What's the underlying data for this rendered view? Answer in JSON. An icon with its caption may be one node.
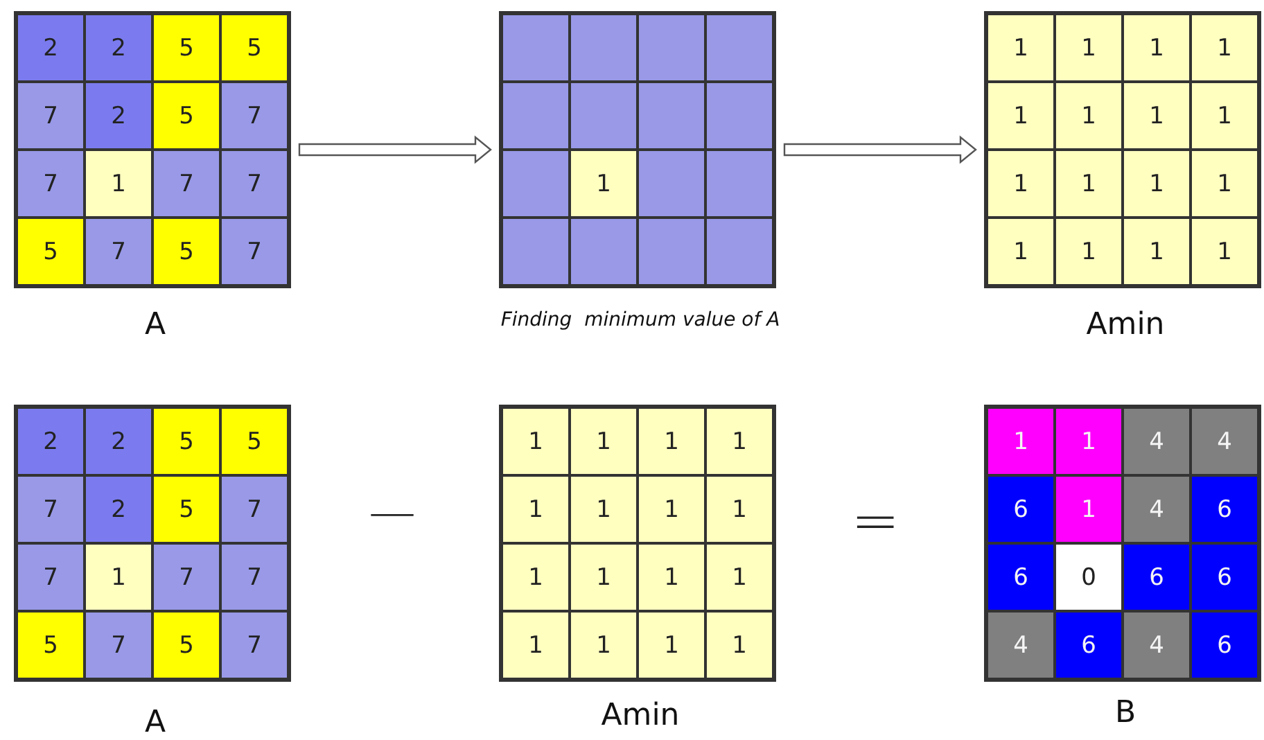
{
  "diagram": {
    "nodes": [
      {
        "text": [
          "2",
          "2",
          "5",
          "5",
          "7",
          "2",
          "5",
          "7",
          "7",
          "1",
          "7",
          "7",
          "5",
          "7",
          "5",
          "7"
        ],
        "beside": [
          "A"
        ]
      },
      {
        "text": [
          "1"
        ],
        "beside": [
          "Finding  minimum value of A"
        ]
      },
      {
        "text": [
          "1",
          "1",
          "1",
          "1",
          "1",
          "1",
          "1",
          "1",
          "1",
          "1",
          "1",
          "1",
          "1",
          "1",
          "1",
          "1"
        ],
        "beside": [
          "Amin"
        ]
      },
      {
        "text": [
          "2",
          "2",
          "5",
          "5",
          "7",
          "2",
          "5",
          "7",
          "7",
          "1",
          "7",
          "7",
          "5",
          "7",
          "5",
          "7"
        ],
        "beside": [
          "A"
        ]
      },
      {
        "text": [
          "1",
          "1",
          "1",
          "1",
          "1",
          "1",
          "1",
          "1",
          "1",
          "1",
          "1",
          "1",
          "1",
          "1",
          "1",
          "1"
        ],
        "beside": [
          "Amin"
        ]
      },
      {
        "text": [
          "1",
          "1",
          "4",
          "4",
          "6",
          "1",
          "4",
          "6",
          "6",
          "0",
          "6",
          "6",
          "4",
          "6",
          "4",
          "6"
        ],
        "beside": [
          "B"
        ]
      }
    ],
    "edges": [
      {
        "from": 0,
        "to": 1,
        "arrow": "to"
      },
      {
        "from": 1,
        "to": 2,
        "arrow": "to"
      }
    ],
    "labels": [
      "—",
      "="
    ]
  }
}
